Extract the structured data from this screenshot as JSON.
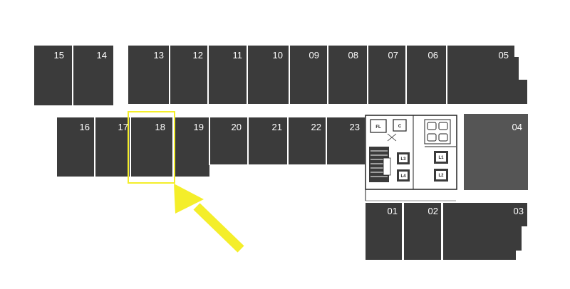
{
  "floor_plan": {
    "units": [
      {
        "id": "15",
        "label": "15"
      },
      {
        "id": "14",
        "label": "14"
      },
      {
        "id": "13",
        "label": "13"
      },
      {
        "id": "12",
        "label": "12"
      },
      {
        "id": "11",
        "label": "11"
      },
      {
        "id": "10",
        "label": "10"
      },
      {
        "id": "09",
        "label": "09"
      },
      {
        "id": "08",
        "label": "08"
      },
      {
        "id": "07",
        "label": "07"
      },
      {
        "id": "06",
        "label": "06"
      },
      {
        "id": "05",
        "label": "05"
      },
      {
        "id": "16",
        "label": "16"
      },
      {
        "id": "17",
        "label": "17"
      },
      {
        "id": "18",
        "label": "18"
      },
      {
        "id": "19",
        "label": "19"
      },
      {
        "id": "20",
        "label": "20"
      },
      {
        "id": "21",
        "label": "21"
      },
      {
        "id": "22",
        "label": "22"
      },
      {
        "id": "23",
        "label": "23"
      },
      {
        "id": "04",
        "label": "04"
      },
      {
        "id": "01",
        "label": "01"
      },
      {
        "id": "02",
        "label": "02"
      },
      {
        "id": "03",
        "label": "03"
      }
    ],
    "core_labels": {
      "fl": "FL",
      "c": "C",
      "l1": "L1",
      "l2": "L2",
      "l3": "L3",
      "l4": "L4"
    },
    "highlighted_unit": "18",
    "colors": {
      "unit_fill": "#3b3b3b",
      "unit_04_fill": "#555555",
      "highlight": "#f4ee2a",
      "arrow": "#f4ee2a",
      "label": "#ffffff"
    }
  }
}
